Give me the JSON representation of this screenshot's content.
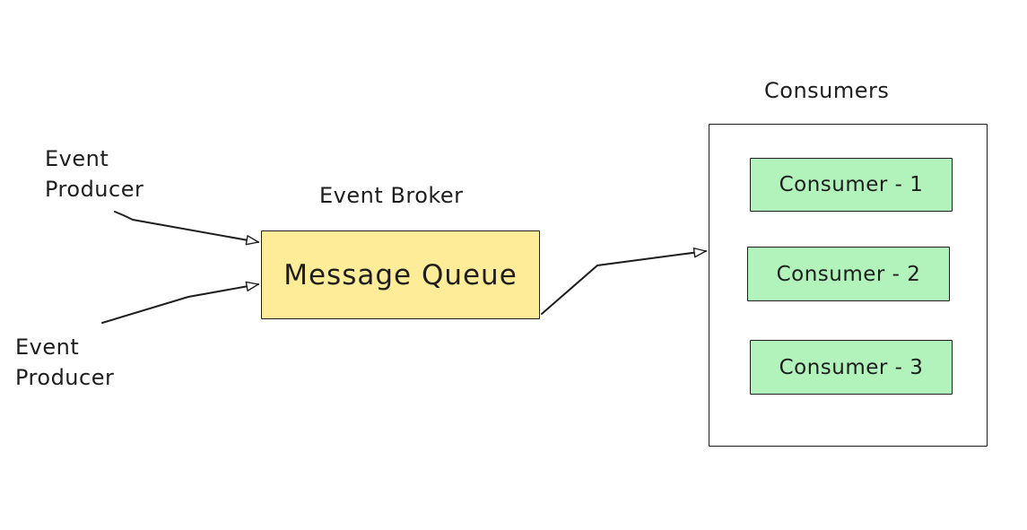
{
  "diagram": {
    "producer_1": {
      "line1": "Event",
      "line2": "Producer"
    },
    "producer_2": {
      "line1": "Event",
      "line2": "Producer"
    },
    "broker": {
      "title": "Event Broker",
      "box_label": "Message Queue",
      "fill": "#ffec99"
    },
    "consumers": {
      "title": "Consumers",
      "fill": "#b2f2bb",
      "items": [
        {
          "label": "Consumer - 1"
        },
        {
          "label": "Consumer - 2"
        },
        {
          "label": "Consumer - 3"
        }
      ]
    },
    "stroke_color": "#1e1e1e"
  }
}
